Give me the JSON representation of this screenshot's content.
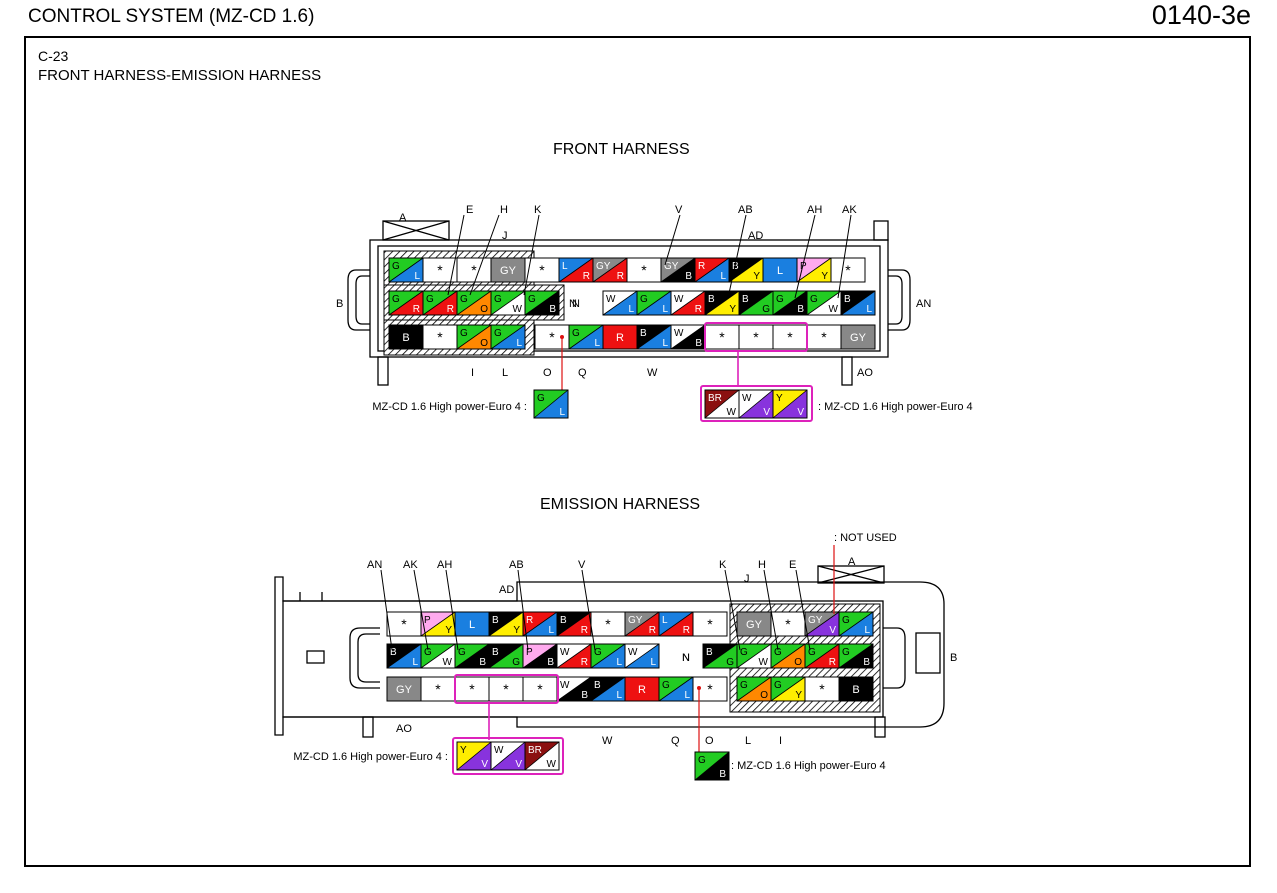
{
  "header": {
    "title": "CONTROL SYSTEM (MZ-CD 1.6)",
    "page_code": "0140-3e"
  },
  "connector": {
    "id": "C-23",
    "name": "FRONT HARNESS-EMISSION HARNESS"
  },
  "front": {
    "title": "FRONT HARNESS",
    "labels": {
      "A": "A",
      "B": "B",
      "E": "E",
      "H": "H",
      "K": "K",
      "J": "J",
      "V": "V",
      "AB": "AB",
      "AD": "AD",
      "AH": "AH",
      "AK": "AK",
      "N": "N",
      "AN": "AN",
      "I": "I",
      "L": "L",
      "O": "O",
      "Q": "Q",
      "W": "W",
      "AO": "AO"
    },
    "row1": [
      {
        "t": "G",
        "b": "L",
        "c1": "#22cc22",
        "c2": "#1a7fe0"
      },
      {
        "s": "*"
      },
      {
        "s": "*"
      },
      {
        "t": "GY",
        "c1": "#888888"
      },
      {
        "s": "*"
      },
      {
        "t": "L",
        "b": "R",
        "c1": "#1a7fe0",
        "c2": "#ee1111"
      },
      {
        "t": "GY",
        "b": "R",
        "c1": "#888888",
        "c2": "#ee1111"
      },
      {
        "s": "*"
      },
      {
        "t": "GY",
        "b": "B",
        "c1": "#888888",
        "c2": "#000000"
      },
      {
        "t": "R",
        "b": "L",
        "c1": "#ee1111",
        "c2": "#1a7fe0"
      },
      {
        "t": "B",
        "b": "Y",
        "c1": "#000000",
        "c2": "#ffee00"
      },
      {
        "t": "L",
        "c1": "#1a7fe0"
      },
      {
        "t": "P",
        "b": "Y",
        "c1": "#ffaaee",
        "c2": "#ffee00"
      },
      {
        "s": "*"
      }
    ],
    "row2a": [
      {
        "t": "G",
        "b": "R",
        "c1": "#22cc22",
        "c2": "#ee1111"
      },
      {
        "t": "G",
        "b": "R",
        "c1": "#22cc22",
        "c2": "#ee1111"
      },
      {
        "t": "G",
        "b": "O",
        "c1": "#22cc22",
        "c2": "#ff8800"
      },
      {
        "t": "G",
        "b": "W",
        "c1": "#22cc22",
        "c2": "#ffffff"
      },
      {
        "t": "G",
        "b": "B",
        "c1": "#22cc22",
        "c2": "#000000"
      }
    ],
    "row2_n": "N",
    "row2b": [
      {
        "t": "W",
        "b": "L",
        "c1": "#ffffff",
        "c2": "#1a7fe0"
      },
      {
        "t": "G",
        "b": "L",
        "c1": "#22cc22",
        "c2": "#1a7fe0"
      },
      {
        "t": "W",
        "b": "R",
        "c1": "#ffffff",
        "c2": "#ee1111"
      },
      {
        "t": "B",
        "b": "Y",
        "c1": "#000000",
        "c2": "#ffee00"
      },
      {
        "t": "B",
        "b": "G",
        "c1": "#000000",
        "c2": "#22cc22"
      },
      {
        "t": "G",
        "b": "B",
        "c1": "#22cc22",
        "c2": "#000000"
      },
      {
        "t": "G",
        "b": "W",
        "c1": "#22cc22",
        "c2": "#ffffff"
      },
      {
        "t": "B",
        "b": "L",
        "c1": "#000000",
        "c2": "#1a7fe0"
      }
    ],
    "row3a": [
      {
        "t": "B",
        "c1": "#000000"
      },
      {
        "s": "*"
      },
      {
        "t": "G",
        "b": "O",
        "c1": "#22cc22",
        "c2": "#ff8800"
      },
      {
        "t": "G",
        "b": "L",
        "c1": "#22cc22",
        "c2": "#1a7fe0"
      }
    ],
    "row3b": [
      {
        "s": "*"
      },
      {
        "t": "G",
        "b": "L",
        "c1": "#22cc22",
        "c2": "#1a7fe0"
      },
      {
        "t": "R",
        "c1": "#ee1111"
      },
      {
        "t": "B",
        "b": "L",
        "c1": "#000000",
        "c2": "#1a7fe0"
      },
      {
        "t": "W",
        "b": "B",
        "c1": "#ffffff",
        "c2": "#000000"
      },
      {
        "s": "*"
      },
      {
        "s": "*"
      },
      {
        "s": "*"
      },
      {
        "s": "*"
      },
      {
        "t": "GY",
        "c1": "#888888"
      }
    ],
    "note_single": {
      "label": "MZ-CD 1.6 High power-Euro 4 :",
      "wires": [
        {
          "t": "G",
          "b": "L",
          "c1": "#22cc22",
          "c2": "#1a7fe0"
        }
      ]
    },
    "note_triple": {
      "label": ": MZ-CD 1.6 High power-Euro 4",
      "wires": [
        {
          "t": "BR",
          "b": "W",
          "c1": "#8b1010",
          "c2": "#ffffff"
        },
        {
          "t": "W",
          "b": "V",
          "c1": "#ffffff",
          "c2": "#8833dd"
        },
        {
          "t": "Y",
          "b": "V",
          "c1": "#ffee00",
          "c2": "#8833dd"
        }
      ]
    }
  },
  "emission": {
    "title": "EMISSION HARNESS",
    "not_used": ": NOT USED",
    "labels": {
      "AN": "AN",
      "AK": "AK",
      "AH": "AH",
      "AB": "AB",
      "AD": "AD",
      "V": "V",
      "K": "K",
      "H": "H",
      "E": "E",
      "A": "A",
      "J": "J",
      "B": "B",
      "N": "N",
      "AO": "AO",
      "W": "W",
      "Q": "Q",
      "O": "O",
      "L": "L",
      "I": "I"
    },
    "row1a": [
      {
        "s": "*"
      },
      {
        "t": "P",
        "b": "Y",
        "c1": "#ffaaee",
        "c2": "#ffee00"
      },
      {
        "t": "L",
        "c1": "#1a7fe0"
      },
      {
        "t": "B",
        "b": "Y",
        "c1": "#000000",
        "c2": "#ffee00"
      },
      {
        "t": "R",
        "b": "L",
        "c1": "#ee1111",
        "c2": "#1a7fe0"
      },
      {
        "t": "B",
        "b": "R",
        "c1": "#000000",
        "c2": "#ee1111"
      },
      {
        "s": "*"
      },
      {
        "t": "GY",
        "b": "R",
        "c1": "#888888",
        "c2": "#ee1111"
      },
      {
        "t": "L",
        "b": "R",
        "c1": "#1a7fe0",
        "c2": "#ee1111"
      },
      {
        "s": "*"
      }
    ],
    "row1b": [
      {
        "t": "GY",
        "c1": "#888888"
      },
      {
        "s": "*"
      },
      {
        "t": "GY",
        "b": "V",
        "c1": "#888888",
        "c2": "#8833dd"
      },
      {
        "t": "G",
        "b": "L",
        "c1": "#22cc22",
        "c2": "#1a7fe0"
      }
    ],
    "row2a": [
      {
        "t": "B",
        "b": "L",
        "c1": "#000000",
        "c2": "#1a7fe0"
      },
      {
        "t": "G",
        "b": "W",
        "c1": "#22cc22",
        "c2": "#ffffff"
      },
      {
        "t": "G",
        "b": "B",
        "c1": "#22cc22",
        "c2": "#000000"
      },
      {
        "t": "B",
        "b": "G",
        "c1": "#000000",
        "c2": "#22cc22"
      },
      {
        "t": "P",
        "b": "B",
        "c1": "#ffaaee",
        "c2": "#000000"
      },
      {
        "t": "W",
        "b": "R",
        "c1": "#ffffff",
        "c2": "#ee1111"
      },
      {
        "t": "G",
        "b": "L",
        "c1": "#22cc22",
        "c2": "#1a7fe0"
      },
      {
        "t": "W",
        "b": "L",
        "c1": "#ffffff",
        "c2": "#1a7fe0"
      }
    ],
    "row2_n": "N",
    "row2b": [
      {
        "t": "B",
        "b": "G",
        "c1": "#000000",
        "c2": "#22cc22"
      },
      {
        "t": "G",
        "b": "W",
        "c1": "#22cc22",
        "c2": "#ffffff"
      },
      {
        "t": "G",
        "b": "O",
        "c1": "#22cc22",
        "c2": "#ff8800"
      },
      {
        "t": "G",
        "b": "R",
        "c1": "#22cc22",
        "c2": "#ee1111"
      },
      {
        "t": "G",
        "b": "B",
        "c1": "#22cc22",
        "c2": "#000000"
      }
    ],
    "row3a": [
      {
        "t": "GY",
        "c1": "#888888"
      },
      {
        "s": "*"
      },
      {
        "s": "*"
      },
      {
        "s": "*"
      },
      {
        "s": "*"
      },
      {
        "t": "W",
        "b": "B",
        "c1": "#ffffff",
        "c2": "#000000"
      },
      {
        "t": "B",
        "b": "L",
        "c1": "#000000",
        "c2": "#1a7fe0"
      },
      {
        "t": "R",
        "c1": "#ee1111"
      },
      {
        "t": "G",
        "b": "L",
        "c1": "#22cc22",
        "c2": "#1a7fe0"
      },
      {
        "s": "*"
      }
    ],
    "row3b": [
      {
        "t": "G",
        "b": "O",
        "c1": "#22cc22",
        "c2": "#ff8800"
      },
      {
        "t": "G",
        "b": "Y",
        "c1": "#22cc22",
        "c2": "#ffee00"
      },
      {
        "s": "*"
      },
      {
        "t": "B",
        "c1": "#000000"
      }
    ],
    "note_triple": {
      "label": "MZ-CD 1.6 High power-Euro 4 :",
      "wires": [
        {
          "t": "Y",
          "b": "V",
          "c1": "#ffee00",
          "c2": "#8833dd"
        },
        {
          "t": "W",
          "b": "V",
          "c1": "#ffffff",
          "c2": "#8833dd"
        },
        {
          "t": "BR",
          "b": "W",
          "c1": "#8b1010",
          "c2": "#ffffff"
        }
      ]
    },
    "note_single": {
      "label": ": MZ-CD 1.6 High power-Euro 4",
      "wires": [
        {
          "t": "G",
          "b": "B",
          "c1": "#22cc22",
          "c2": "#000000"
        }
      ]
    }
  },
  "colors": {
    "magenta_highlight": "#dd22bb",
    "red_leader": "#dd1111"
  }
}
